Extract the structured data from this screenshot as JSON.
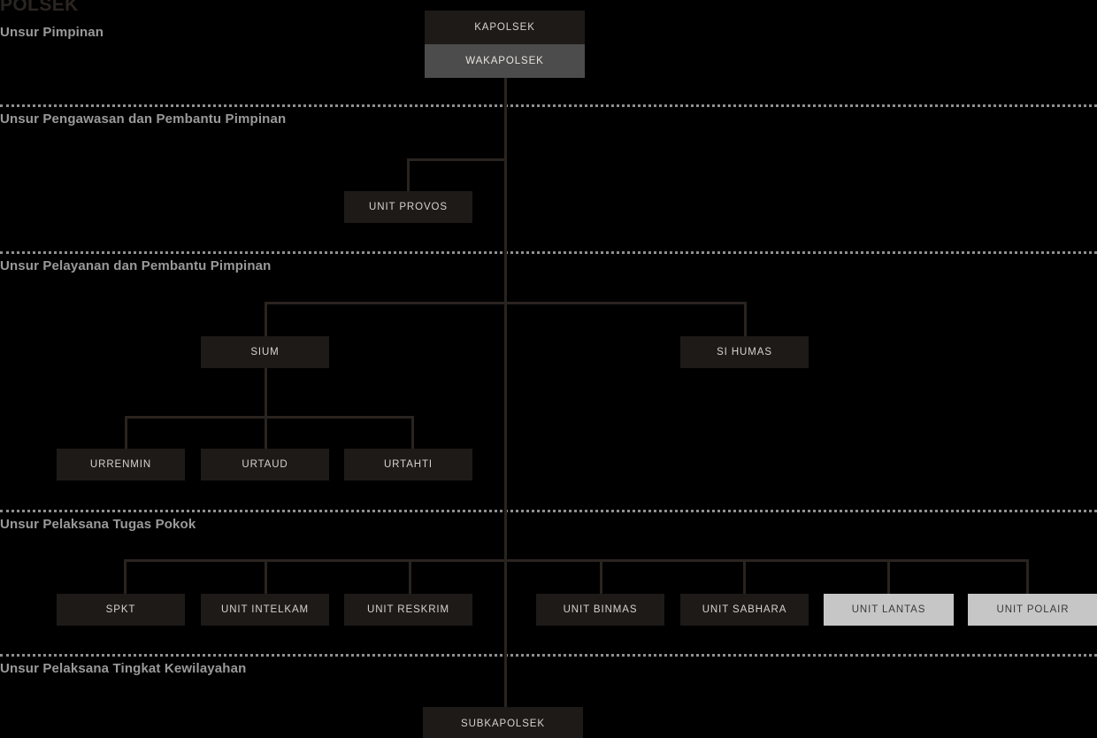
{
  "org_title": "POLSEK",
  "sections": [
    {
      "id": "pimpinan",
      "label": "Unsur Pimpinan"
    },
    {
      "id": "pengawasan",
      "label": "Unsur Pengawasan dan Pembantu Pimpinan"
    },
    {
      "id": "pelayanan",
      "label": "Unsur Pelayanan dan Pembantu Pimpinan"
    },
    {
      "id": "pelaksana",
      "label": "Unsur Pelaksana Tugas Pokok"
    },
    {
      "id": "kewilayahan",
      "label": "Unsur Pelaksana Tingkat Kewilayahan"
    }
  ],
  "nodes": {
    "kapolsek": "KAPOLSEK",
    "wakapolsek": "WAKAPOLSEK",
    "unit_provos": "UNIT PROVOS",
    "sium": "SIUM",
    "si_humas": "SI HUMAS",
    "urrenmin": "URRENMIN",
    "urtaud": "URTAUD",
    "urtahti": "URTAHTI",
    "spkt": "SPKT",
    "unit_intelkam": "UNIT INTELKAM",
    "unit_reskrim": "UNIT RESKRIM",
    "unit_binmas": "UNIT BINMAS",
    "unit_sabhara": "UNIT SABHARA",
    "unit_lantas": "UNIT LANTAS",
    "unit_polair": "UNIT POLAIR",
    "subkapolsek": "SUBKAPOLSEK"
  },
  "colors": {
    "background": "#000000",
    "box_dark": "#1e1a18",
    "box_mid": "#4c4c4c",
    "box_light": "#c6c6c6",
    "line": "#2a2420",
    "divider": "#8f8f8f",
    "section_label": "#9a9a9a",
    "title": "#2b2522"
  }
}
